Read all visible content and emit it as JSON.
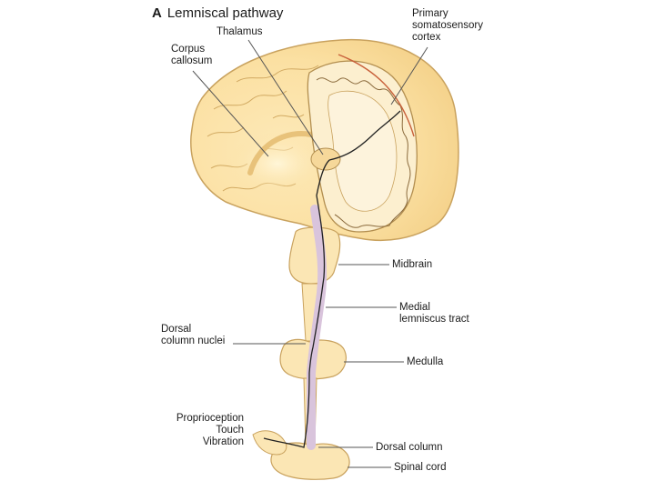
{
  "title": {
    "letter": "A",
    "text": "Lemniscal pathway"
  },
  "labels": {
    "thalamus": "Thalamus",
    "corpus_callosum": [
      "Corpus",
      "callosum"
    ],
    "primary_cortex": [
      "Primary",
      "somatosensory",
      "cortex"
    ],
    "midbrain": "Midbrain",
    "medial_lemniscus": [
      "Medial",
      "lemniscus tract"
    ],
    "dorsal_column_nuclei": [
      "Dorsal",
      "column nuclei"
    ],
    "medulla": "Medulla",
    "modalities": [
      "Proprioception",
      "Touch",
      "Vibration"
    ],
    "dorsal_column": "Dorsal column",
    "spinal_cord": "Spinal cord"
  },
  "colors": {
    "brain_fill": "#fbe3a8",
    "brain_edge": "#c9a25e",
    "brainstem_fill": "#fbe6b4",
    "tract": "#d9c4dc",
    "cortex_line": "#c8603a",
    "leader": "#555555"
  }
}
